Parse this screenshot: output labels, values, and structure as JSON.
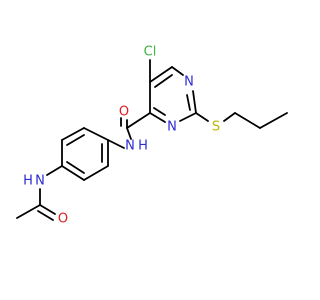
{
  "atoms": {
    "cl": {
      "text": "Cl",
      "color": "#3db43d"
    },
    "n1": {
      "text": "N",
      "color": "#2b2bd6"
    },
    "n3": {
      "text": "N",
      "color": "#2b2bd6"
    },
    "s": {
      "text": "S",
      "color": "#b8b800"
    },
    "o1": {
      "text": "O",
      "color": "#e02020"
    },
    "nh1": {
      "text": "N",
      "color": "#2b2bd6"
    },
    "h1": {
      "text": "H",
      "color": "#2b2bd6"
    },
    "nh2": {
      "text": "N",
      "color": "#2b2bd6"
    },
    "h2": {
      "text": "H",
      "color": "#2b2bd6"
    },
    "o2": {
      "text": "O",
      "color": "#e02020"
    }
  }
}
